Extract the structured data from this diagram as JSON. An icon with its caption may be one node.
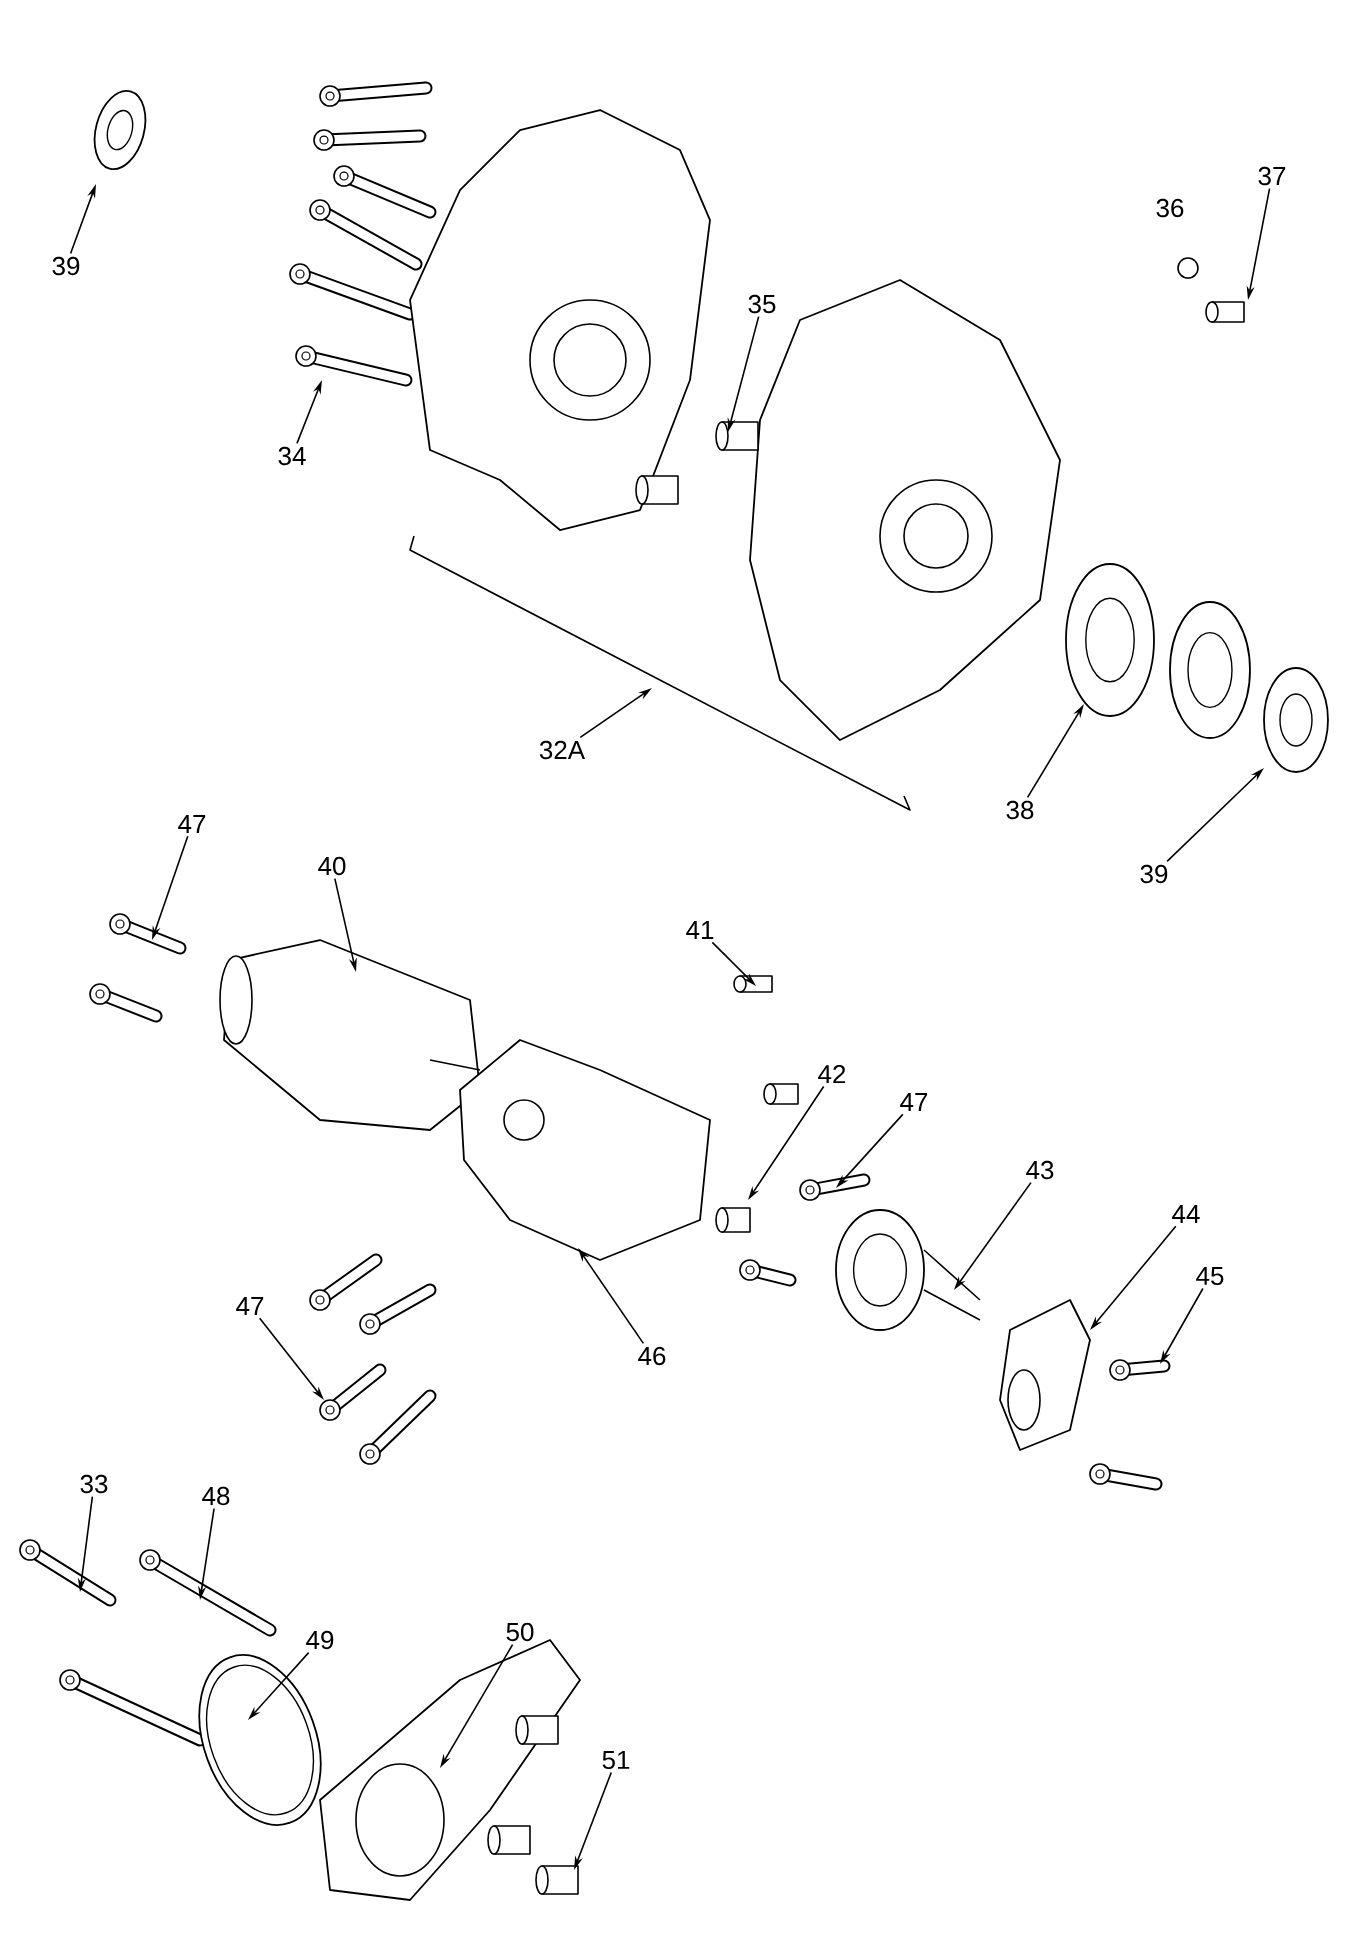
{
  "diagram": {
    "nodes": [
      {
        "text": [
          "39"
        ]
      },
      {
        "text": [
          "34"
        ]
      },
      {
        "text": [
          "35"
        ]
      },
      {
        "text": [
          "37"
        ]
      },
      {
        "text": [
          "32A"
        ]
      },
      {
        "text": [
          "38"
        ]
      },
      {
        "text": [
          "39"
        ]
      },
      {
        "text": [
          "47"
        ]
      },
      {
        "text": [
          "40"
        ]
      },
      {
        "text": [
          "41"
        ]
      },
      {
        "text": [
          "42"
        ]
      },
      {
        "text": [
          "47"
        ]
      },
      {
        "text": [
          "43"
        ]
      },
      {
        "text": [
          "44"
        ]
      },
      {
        "text": [
          "45"
        ]
      },
      {
        "text": [
          "46"
        ]
      },
      {
        "text": [
          "47"
        ]
      },
      {
        "text": [
          "33"
        ]
      },
      {
        "text": [
          "48"
        ]
      },
      {
        "text": [
          "49"
        ]
      },
      {
        "text": [
          "50"
        ]
      },
      {
        "text": [
          "51"
        ]
      }
    ],
    "edges": [
      {
        "from": 0,
        "to": null,
        "arrow": "to"
      },
      {
        "from": 1,
        "to": null,
        "arrow": "to"
      },
      {
        "from": 2,
        "to": null,
        "arrow": "to"
      },
      {
        "from": 3,
        "to": null,
        "arrow": "to"
      },
      {
        "from": 4,
        "to": null,
        "arrow": "to"
      },
      {
        "from": 5,
        "to": null,
        "arrow": "to"
      },
      {
        "from": 6,
        "to": null,
        "arrow": "to"
      },
      {
        "from": 7,
        "to": null,
        "arrow": "to"
      },
      {
        "from": 8,
        "to": null,
        "arrow": "to"
      },
      {
        "from": 9,
        "to": null,
        "arrow": "to"
      },
      {
        "from": 10,
        "to": null,
        "arrow": "to"
      },
      {
        "from": 11,
        "to": null,
        "arrow": "to"
      },
      {
        "from": 12,
        "to": null,
        "arrow": "to"
      },
      {
        "from": 13,
        "to": null,
        "arrow": "to"
      },
      {
        "from": 14,
        "to": null,
        "arrow": "to"
      },
      {
        "from": 15,
        "to": null,
        "arrow": "to"
      },
      {
        "from": 16,
        "to": null,
        "arrow": "to"
      },
      {
        "from": 17,
        "to": null,
        "arrow": "to"
      },
      {
        "from": 18,
        "to": null,
        "arrow": "to"
      },
      {
        "from": 19,
        "to": null,
        "arrow": "to"
      },
      {
        "from": 20,
        "to": null,
        "arrow": "to"
      },
      {
        "from": 21,
        "to": null,
        "arrow": "to"
      }
    ],
    "labels": [
      "36"
    ]
  }
}
